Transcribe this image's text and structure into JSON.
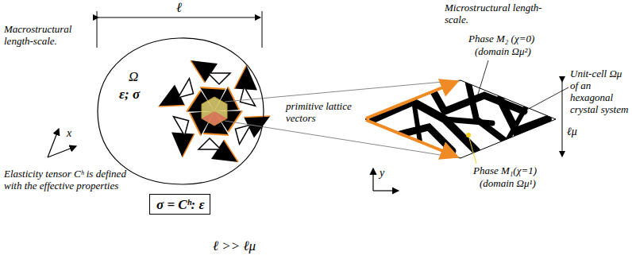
{
  "diagram": {
    "nodes": [
      {
        "text": [
          "Ω",
          "ε; σ"
        ]
      },
      {
        "text": [
          "σ = Cʰ: ε"
        ]
      }
    ],
    "labels": [
      "ℓ",
      "Macrostructural length-scale.",
      "x",
      "Elasticity tensor Cʰ is defined with the effective properties",
      "ℓ >> ℓμ",
      "Microstructural length-scale.",
      "Phase M₂ (χ=0)",
      "(domain Ωμ²)",
      "Unit-cell Ωμ of an hexagonal crystal system",
      "primitive lattice vectors",
      "ℓμ",
      "y",
      "Phase M₁(χ=1)",
      "(domain Ωμ¹)"
    ]
  }
}
